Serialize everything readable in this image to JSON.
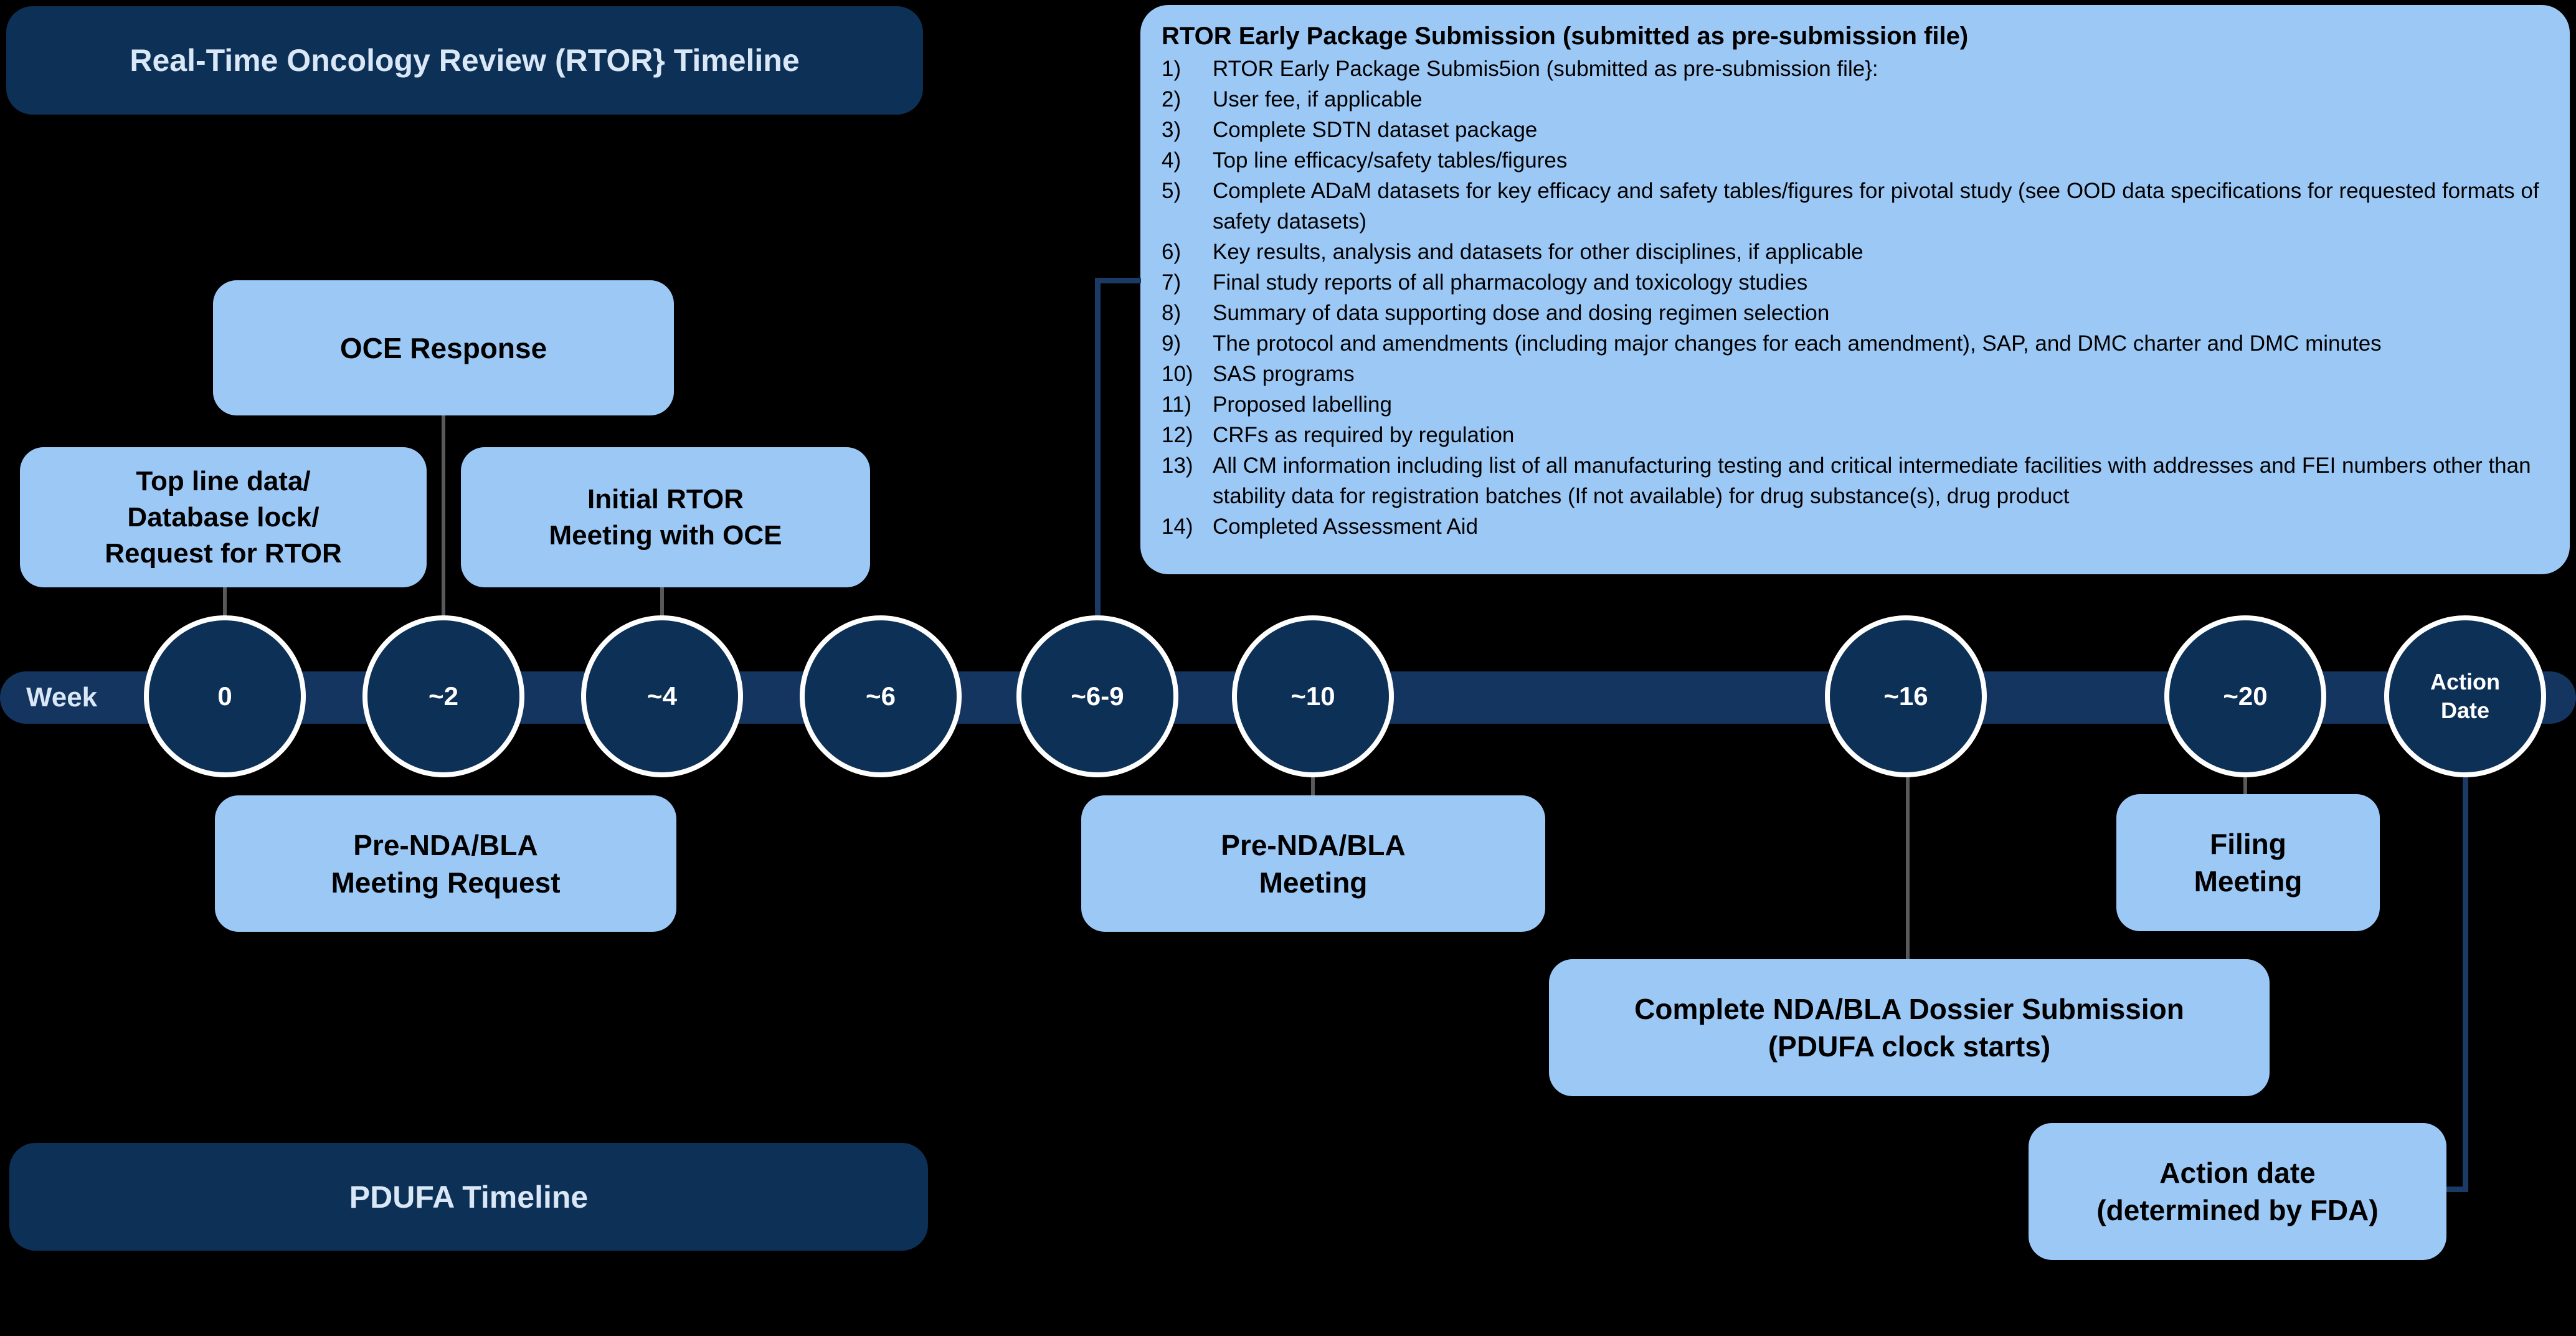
{
  "colors": {
    "background": "#000000",
    "navy_fill": "#0d3056",
    "bar_navy": "#133560",
    "light_blue": "#9cc8f6",
    "light_text": "#d9e7f6",
    "gray_connector": "#595959",
    "navy_connector": "#1b3a66",
    "circle_border": "#ffffff"
  },
  "headers": {
    "rtor_title": "Real-Time Oncology Review (RTOR} Timeline",
    "pdufa_title": "PDUFA Timeline"
  },
  "early_package": {
    "title": "RTOR Early Package Submission (submitted as pre-submission file)",
    "items": [
      {
        "num": "1)",
        "text": "RTOR Early Package Submis5ion (submitted as pre-submission file}:"
      },
      {
        "num": "2)",
        "text": "User fee, if applicable"
      },
      {
        "num": "3)",
        "text": "Complete SDTN dataset package"
      },
      {
        "num": "4)",
        "text": "Top line efficacy/safety tables/figures"
      },
      {
        "num": "5)",
        "text": "Complete ADaM datasets for key efficacy and safety tables/figures for pivotal study (see OOD data specifications for requested formats of safety datasets)"
      },
      {
        "num": "6)",
        "text": "Key results, analysis and datasets for other disciplines, if applicable"
      },
      {
        "num": "7)",
        "text": "Final study reports of all pharmacology and toxicology studies"
      },
      {
        "num": "8)",
        "text": "Summary of data supporting dose and dosing regimen selection"
      },
      {
        "num": "9)",
        "text": "The protocol and amendments (including major changes for each amendment), SAP, and DMC charter and DMC minutes"
      },
      {
        "num": "10)",
        "text": "SAS programs"
      },
      {
        "num": "11)",
        "text": "Proposed labelling"
      },
      {
        "num": "12)",
        "text": "CRFs as required by regulation"
      },
      {
        "num": "13)",
        "text": "All CM information including list of all manufacturing testing and critical intermediate facilities with addresses and FEI numbers other than stability data for registration batches (If not available) for drug substance(s), drug product"
      },
      {
        "num": "14)",
        "text": "Completed Assessment Aid"
      }
    ]
  },
  "timeline": {
    "axis_label": "Week",
    "milestones": [
      {
        "label": "0"
      },
      {
        "label": "~2"
      },
      {
        "label": "~4"
      },
      {
        "label": "~6"
      },
      {
        "label": "~6-9"
      },
      {
        "label": "~10"
      },
      {
        "label": "~16"
      },
      {
        "label": "~20"
      },
      {
        "label": "Action Date"
      }
    ]
  },
  "events": {
    "oce_response": "OCE Response",
    "top_line": "Top line data/\nDatabase lock/\nRequest for RTOR",
    "initial_rtor": "Initial RTOR\nMeeting with OCE",
    "pre_nda_request": "Pre-NDA/BLA\nMeeting Request",
    "pre_nda_meeting": "Pre-NDA/BLA\nMeeting",
    "filing_meeting": "Filing\nMeeting",
    "complete_dossier": "Complete NDA/BLA Dossier Submission\n(PDUFA clock starts)",
    "action_date": "Action date\n(determined by FDA)"
  }
}
